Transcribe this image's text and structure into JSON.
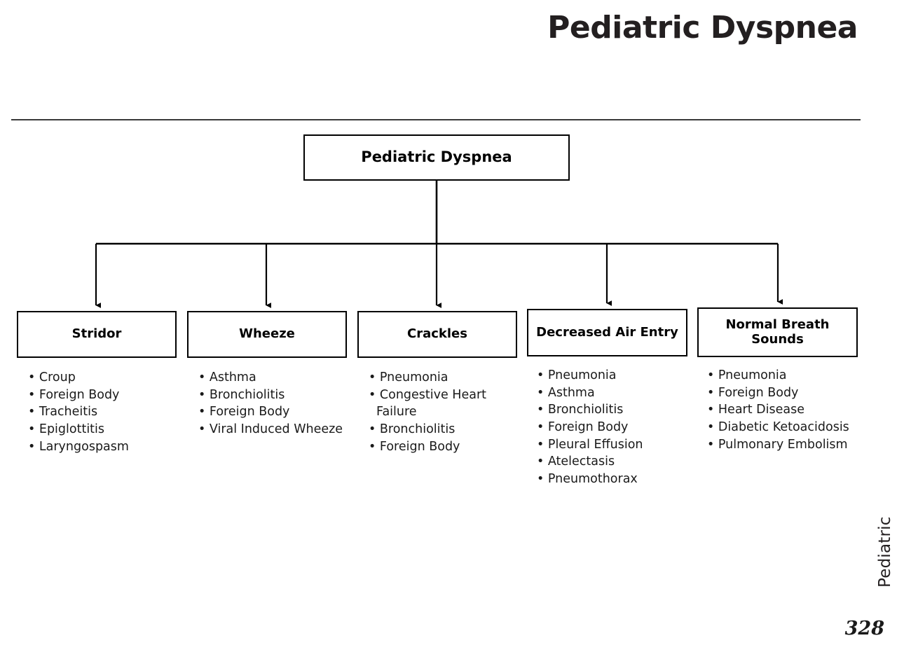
{
  "page": {
    "title": "Pediatric Dyspnea",
    "side_tab": "Pediatric",
    "page_number": "328",
    "bullet_glyph": "• ",
    "rule_color": "#3a3a3a",
    "box_border_color": "#000000",
    "text_color": "#1a1a1a"
  },
  "flowchart": {
    "type": "tree",
    "root": {
      "label": "Pediatric Dyspnea"
    },
    "children": [
      {
        "label": "Stridor",
        "items": [
          "Croup",
          "Foreign Body",
          "Tracheitis",
          "Epiglottitis",
          "Laryngospasm"
        ]
      },
      {
        "label": "Wheeze",
        "items": [
          "Asthma",
          "Bronchiolitis",
          "Foreign Body",
          "Viral Induced Wheeze"
        ]
      },
      {
        "label": "Crackles",
        "items": [
          "Pneumonia",
          "Congestive Heart Failure",
          "Bronchiolitis",
          "Foreign Body"
        ]
      },
      {
        "label": "Decreased Air Entry",
        "items": [
          "Pneumonia",
          "Asthma",
          "Bronchiolitis",
          "Foreign Body",
          "Pleural Effusion",
          "Atelectasis",
          "Pneumothorax"
        ]
      },
      {
        "label": "Normal Breath Sounds",
        "items": [
          "Pneumonia",
          "Foreign Body",
          "Heart Disease",
          "Diabetic Ketoacidosis",
          "Pulmonary Embolism"
        ]
      }
    ]
  }
}
